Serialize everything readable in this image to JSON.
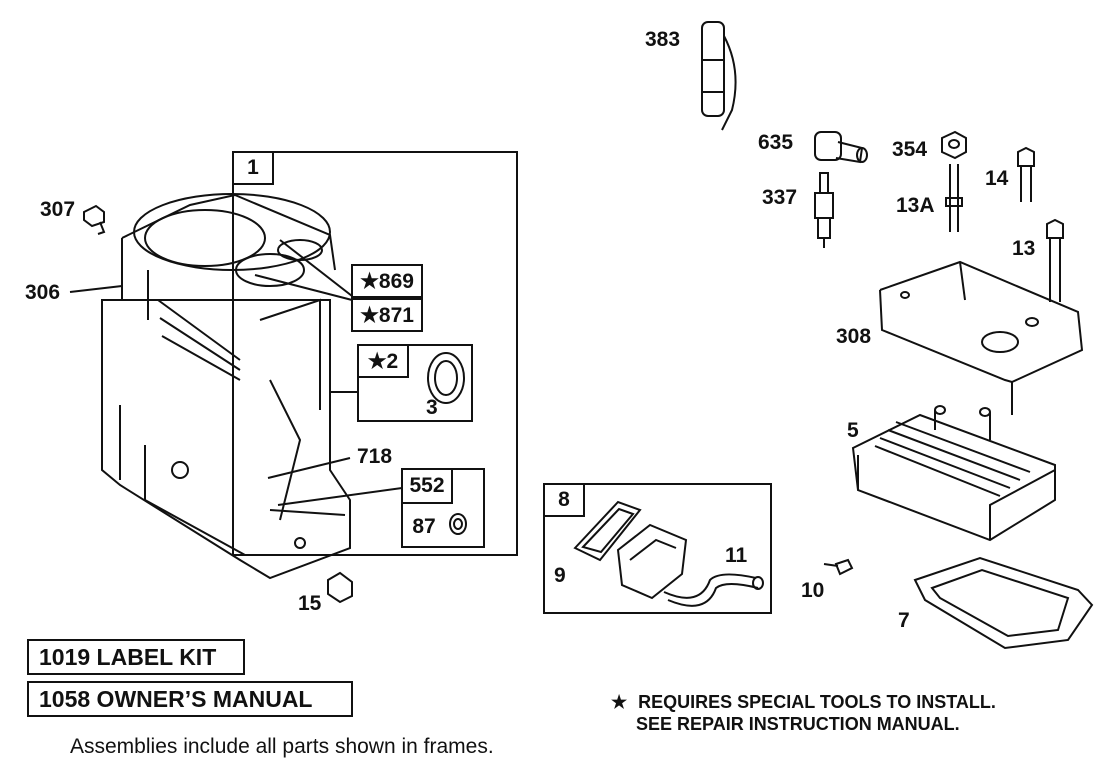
{
  "callouts": {
    "p383": "383",
    "p635": "635",
    "p354": "354",
    "p14": "14",
    "p337": "337",
    "p13a": "13A",
    "p13": "13",
    "p307": "307",
    "p306": "306",
    "p308": "308",
    "p5": "5",
    "p718": "718",
    "p15": "15",
    "p9": "9",
    "p11": "11",
    "p10": "10",
    "p7": "7",
    "p3": "3"
  },
  "frames": {
    "f1": "1",
    "f8": "8",
    "f552": "552",
    "f87": "87",
    "star869": "★869",
    "star871": "★871",
    "star2": "★2"
  },
  "kits": {
    "label_kit": "1019 LABEL KIT",
    "owners_manual": "1058 OWNER’S MANUAL"
  },
  "note": {
    "star": "★",
    "line1": "REQUIRES SPECIAL TOOLS TO INSTALL.",
    "line2": "SEE REPAIR INSTRUCTION MANUAL."
  },
  "footer": "Assemblies include all parts shown in frames."
}
